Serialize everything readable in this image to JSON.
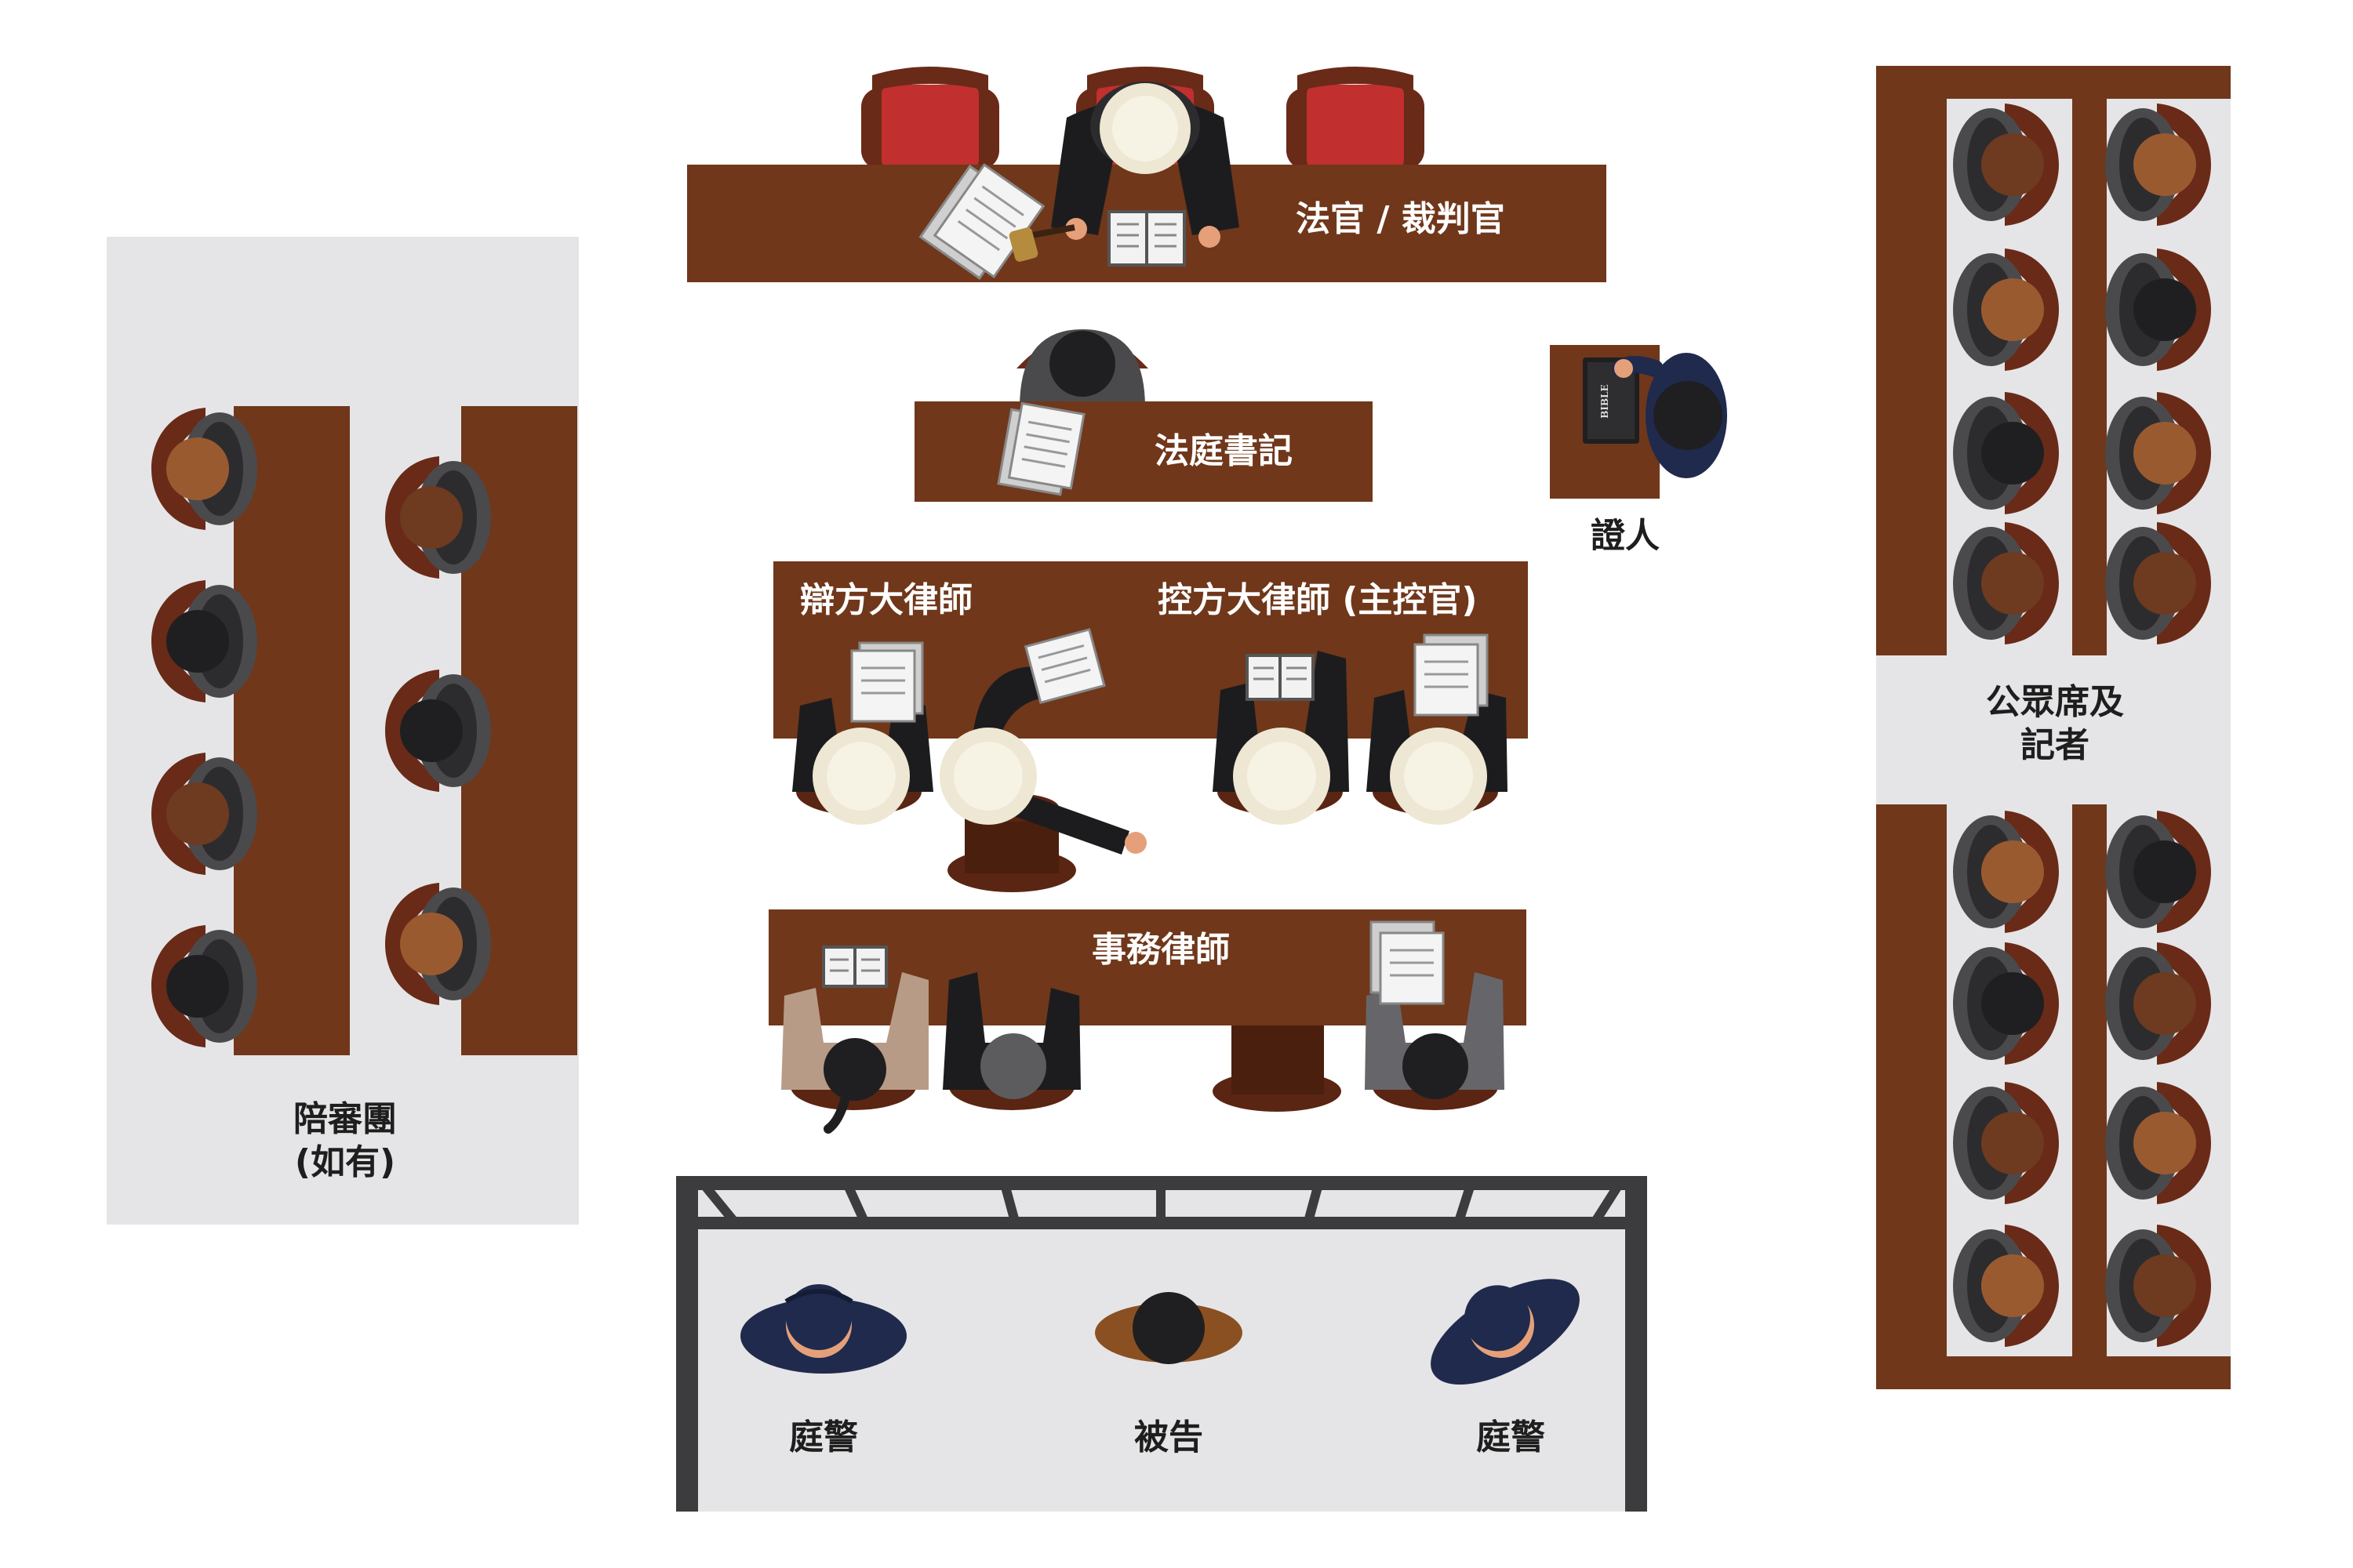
{
  "labels": {
    "judge": "法官 / 裁判官",
    "clerk": "法庭書記",
    "witness": "證人",
    "defence": "辯方大律師",
    "prosecution": "控方大律師 (主控官)",
    "solicitors": "事務律師",
    "jury_line1": "陪審團",
    "jury_line2": "(如有)",
    "public_line1": "公眾席及",
    "public_line2": "記者",
    "guard_left": "庭警",
    "defendant": "被告",
    "guard_right": "庭警",
    "bible": "BIBLE"
  },
  "colors": {
    "desk": "#70371a",
    "panel": "#e5e5e7",
    "chair_red": "#c22f2f",
    "dock_frame": "#3c3c3e",
    "wig": "#ede7d3",
    "robe": "#1c1c1e",
    "police_blue": "#1f2a4d"
  },
  "icons": [
    "gavel-icon",
    "papers-icon",
    "open-book-icon",
    "bible-icon",
    "person-icon",
    "wig-icon",
    "chair-icon",
    "dock-railing"
  ]
}
